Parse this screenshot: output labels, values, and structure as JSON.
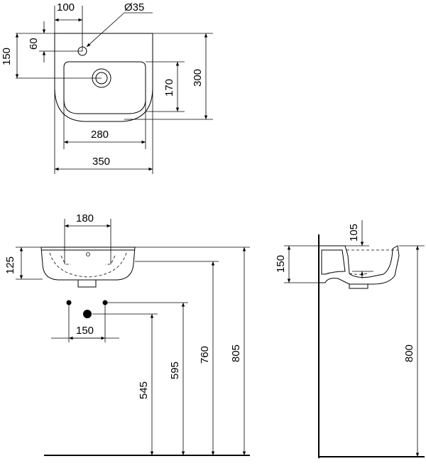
{
  "top_view": {
    "dim_100": "100",
    "dim_dia35": "Ø35",
    "dim_150": "150",
    "dim_60": "60",
    "dim_170": "170",
    "dim_300": "300",
    "dim_280": "280",
    "dim_350": "350"
  },
  "front_view": {
    "dim_180": "180",
    "dim_125": "125",
    "dim_150": "150",
    "dim_545": "545",
    "dim_595": "595",
    "dim_760": "760",
    "dim_805": "805"
  },
  "side_view": {
    "dim_105": "105",
    "dim_150": "150",
    "dim_800": "800"
  }
}
